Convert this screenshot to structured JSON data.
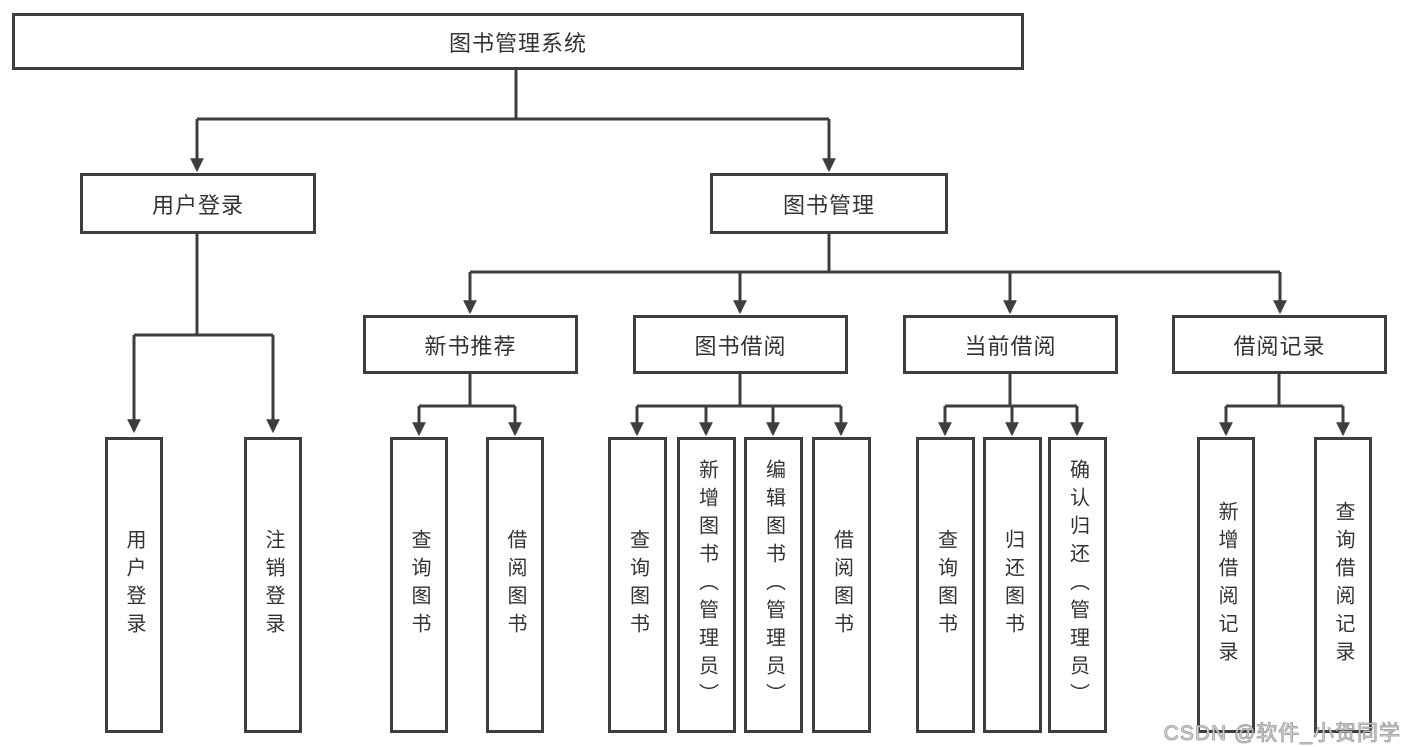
{
  "root": {
    "label": "图书管理系统"
  },
  "branches": {
    "user_login": {
      "label": "用户登录",
      "children": [
        "用户登录",
        "注销登录"
      ]
    },
    "book_mgmt": {
      "label": "图书管理",
      "sections": {
        "new_book": {
          "label": "新书推荐",
          "children": [
            "查询图书",
            "借阅图书"
          ]
        },
        "borrow": {
          "label": "图书借阅",
          "children": [
            "查询图书",
            "新增图书（管理员）",
            "编辑图书（管理员）",
            "借阅图书"
          ]
        },
        "current": {
          "label": "当前借阅",
          "children": [
            "查询图书",
            "归还图书",
            "确认归还（管理员）"
          ]
        },
        "records": {
          "label": "借阅记录",
          "children": [
            "新增借阅记录",
            "查询借阅记录"
          ]
        }
      }
    }
  },
  "watermark": {
    "text": "CSDN @软件_小贺同学"
  },
  "colors": {
    "line": "#3e3e3e",
    "text": "#333333",
    "background": "#ffffff",
    "watermark": "#dedddd"
  }
}
